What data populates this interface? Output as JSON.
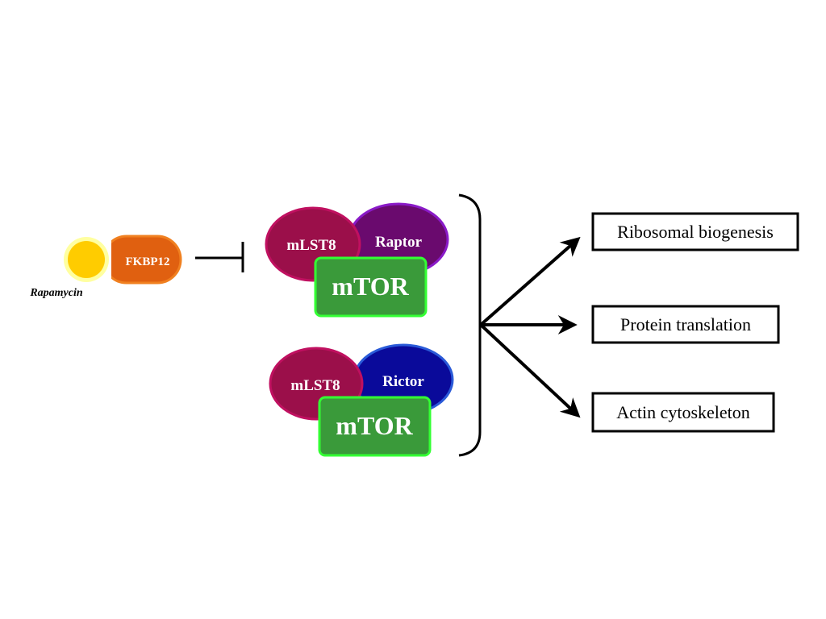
{
  "inhibitor": {
    "small_molecule": "Rapamycin",
    "binding_protein": "FKBP12"
  },
  "complexes": [
    {
      "components": {
        "scaffold": "mLST8",
        "partner": "Raptor",
        "kinase": "mTOR"
      },
      "colors": {
        "scaffold": "#9b0f4a",
        "partner": "#6a0a6e",
        "kinase": "#3a9a3a"
      }
    },
    {
      "components": {
        "scaffold": "mLST8",
        "partner": "Rictor",
        "kinase": "mTOR"
      },
      "colors": {
        "scaffold": "#9b0f4a",
        "partner": "#0a0a9a",
        "kinase": "#3a9a3a"
      }
    }
  ],
  "outputs": [
    {
      "label": "Ribosomal biogenesis"
    },
    {
      "label": "Protein translation"
    },
    {
      "label": "Actin cytoskeleton"
    }
  ],
  "colors": {
    "rapamycin_fill": "#ffcc00",
    "rapamycin_glow": "#ffffa0",
    "fkbp12_fill": "#e06010",
    "fkbp12_stroke": "#f08020",
    "kinase_stroke": "#33ff33",
    "partner1_stroke": "#8a1ac8",
    "partner2_stroke": "#2a5ad8",
    "scaffold_stroke": "#c01060",
    "line": "#000000"
  }
}
